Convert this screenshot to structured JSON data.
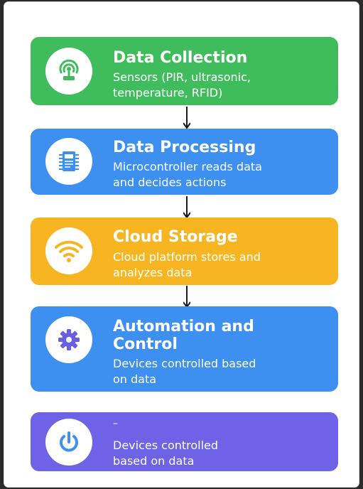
{
  "steps": [
    {
      "title": "Data Collection",
      "description": "Sensors (PIR, ultrasonic,\ntemperature, RFID)",
      "color": "#3fbd5c",
      "icon": "sensor-signal-icon"
    },
    {
      "title": "Data Processing",
      "description": "Microcontroller reads data\nand decides actions",
      "color": "#3d8ff0",
      "icon": "microcontroller-chip-icon"
    },
    {
      "title": "Cloud Storage",
      "description": "Cloud platform stores and\nanalyzes data",
      "color": "#f7b521",
      "icon": "wifi-icon"
    },
    {
      "title": "Automation and\nControl",
      "description": "Devices controlled based\non data",
      "color": "#3d8ff0",
      "icon": "gear-icon"
    },
    {
      "title": "–",
      "description": "Devices controlled\nbased on data",
      "color": "#6e63e6",
      "icon": "power-icon"
    }
  ]
}
